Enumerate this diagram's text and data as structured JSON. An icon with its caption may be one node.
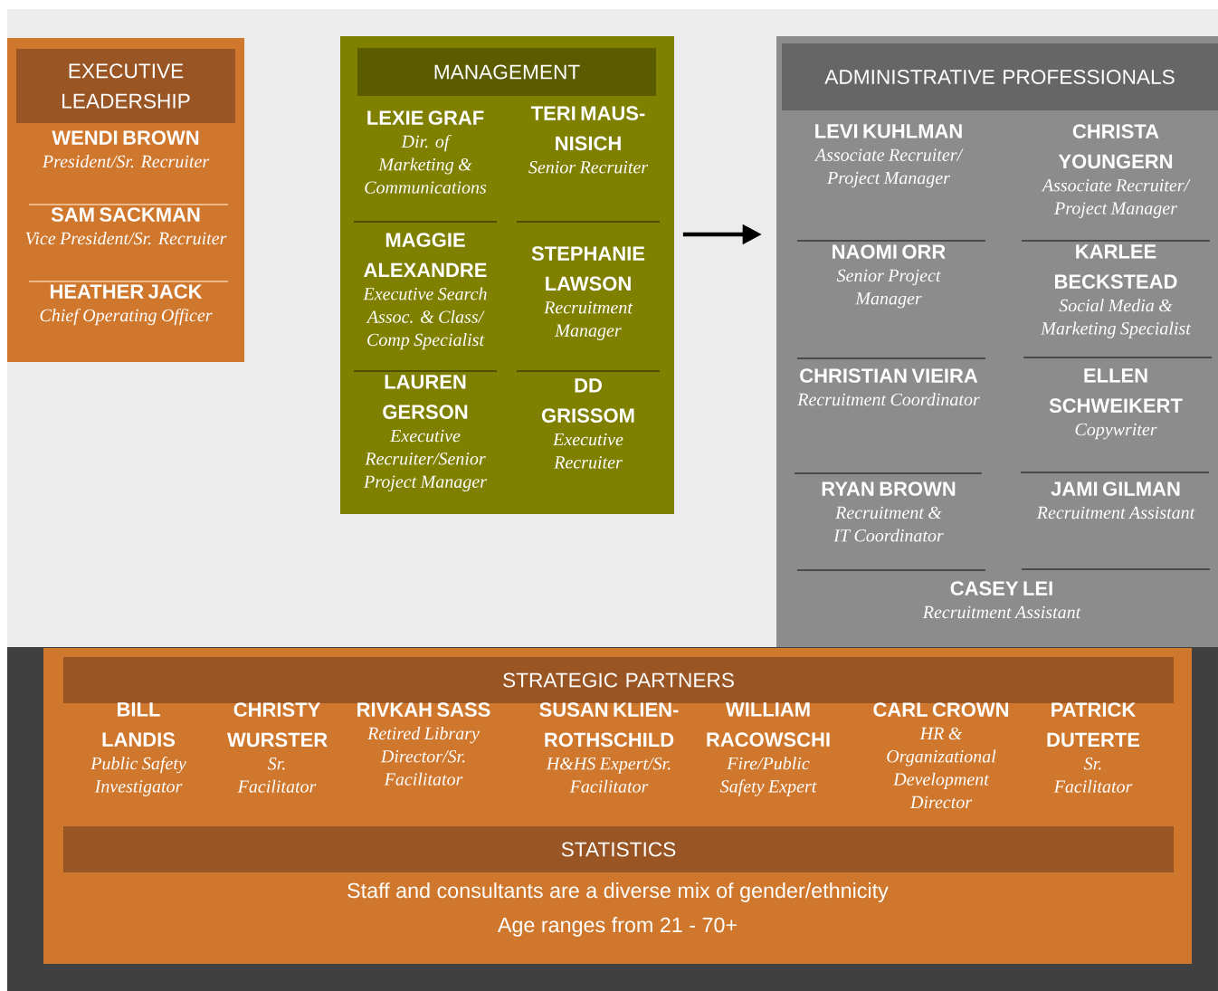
{
  "diagram": {
    "nodes": [
      {
        "text": [
          "EXECUTIVE LEADERSHIP"
        ]
      },
      {
        "text": [
          "WENDI BROWN",
          "President/Sr. Recruiter"
        ],
        "in": 0
      },
      {
        "text": [
          "SAM SACKMAN",
          "Vice President/Sr. Recruiter"
        ],
        "in": 0
      },
      {
        "text": [
          "HEATHER JACK",
          "Chief Operating Officer"
        ],
        "in": 0
      },
      {
        "text": [
          "MANAGEMENT"
        ]
      },
      {
        "text": [
          "LEXIE GRAF",
          "Dir. of Marketing & Communications"
        ],
        "in": 4
      },
      {
        "text": [
          "TERI MAUS-NISICH",
          "Senior Recruiter"
        ],
        "in": 4
      },
      {
        "text": [
          "MAGGIE ALEXANDRE",
          "Executive Search Assoc. & Class/ Comp Specialist"
        ],
        "in": 4
      },
      {
        "text": [
          "STEPHANIE LAWSON",
          "Recruitment Manager"
        ],
        "in": 4
      },
      {
        "text": [
          "LAUREN GERSON",
          "Executive Recruiter/Senior Project Manager"
        ],
        "in": 4
      },
      {
        "text": [
          "DD GRISSOM",
          "Executive Recruiter"
        ],
        "in": 4
      },
      {
        "text": [
          "ADMINISTRATIVE PROFESSIONALS"
        ]
      },
      {
        "text": [
          "LEVI KUHLMAN",
          "Associate Recruiter/ Project Manager"
        ],
        "in": 11
      },
      {
        "text": [
          "CHRISTA YOUNGERN",
          "Associate Recruiter/ Project Manager"
        ],
        "in": 11
      },
      {
        "text": [
          "NAOMI ORR",
          "Senior Project Manager"
        ],
        "in": 11
      },
      {
        "text": [
          "KARLEE BECKSTEAD",
          "Social Media & Marketing Specialist"
        ],
        "in": 11
      },
      {
        "text": [
          "CHRISTIAN VIEIRA",
          "Recruitment Coordinator"
        ],
        "in": 11
      },
      {
        "text": [
          "ELLEN SCHWEIKERT",
          "Copywriter"
        ],
        "in": 11
      },
      {
        "text": [
          "RYAN BROWN",
          "Recruitment & IT Coordinator"
        ],
        "in": 11
      },
      {
        "text": [
          "JAMI GILMAN",
          "Recruitment Assistant"
        ],
        "in": 11
      },
      {
        "text": [
          "CASEY LEI",
          "Recruitment Assistant"
        ],
        "in": 11
      },
      {
        "text": [
          "STRATEGIC PARTNERS"
        ]
      },
      {
        "text": [
          "BILL LANDIS",
          "Public Safety Investigator"
        ],
        "in": 21
      },
      {
        "text": [
          "CHRISTY WURSTER",
          "Sr. Facilitator"
        ],
        "in": 21
      },
      {
        "text": [
          "RIVKAH SASS",
          "Retired Library Director/Sr. Facilitator"
        ],
        "in": 21
      },
      {
        "text": [
          "SUSAN KLIEN-ROTHSCHILD",
          "H&HS Expert/Sr. Facilitator"
        ],
        "in": 21
      },
      {
        "text": [
          "WILLIAM RACOWSCHI",
          "Fire/Public Safety Expert"
        ],
        "in": 21
      },
      {
        "text": [
          "CARL CROWN",
          "HR & Organizational Development Director"
        ],
        "in": 21
      },
      {
        "text": [
          "PATRICK DUTERTE",
          "Sr. Facilitator"
        ],
        "in": 21
      },
      {
        "text": [
          "STATISTICS",
          "Staff and consultants are a diverse mix of gender/ethnicity",
          "Age ranges from 21 - 70+"
        ]
      }
    ],
    "edges": [
      {
        "from": 4,
        "to": 11,
        "arrow": "to"
      }
    ]
  }
}
